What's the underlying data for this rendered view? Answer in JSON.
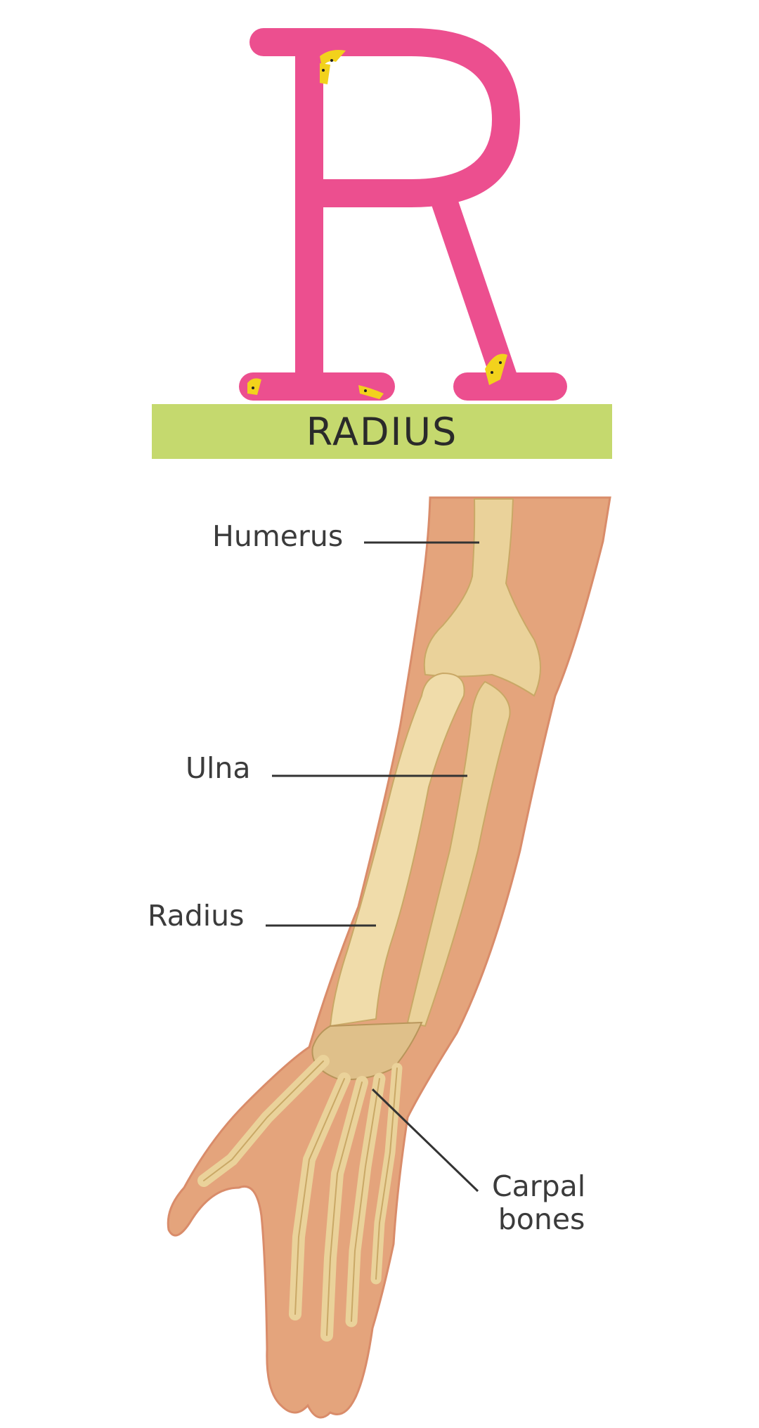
{
  "header": {
    "letter": "R",
    "title": "RADIUS"
  },
  "diagram": {
    "labels": {
      "humerus": "Humerus",
      "ulna": "Ulna",
      "radius": "Radius",
      "carpal_line1": "Carpal",
      "carpal_line2": "bones"
    }
  },
  "colors": {
    "letter_fill": "#ec4f8f",
    "letter_pattern": "#f2d21c",
    "banner": "#c5d96e",
    "skin": "#e4a47c",
    "bone": "#ead29a"
  }
}
